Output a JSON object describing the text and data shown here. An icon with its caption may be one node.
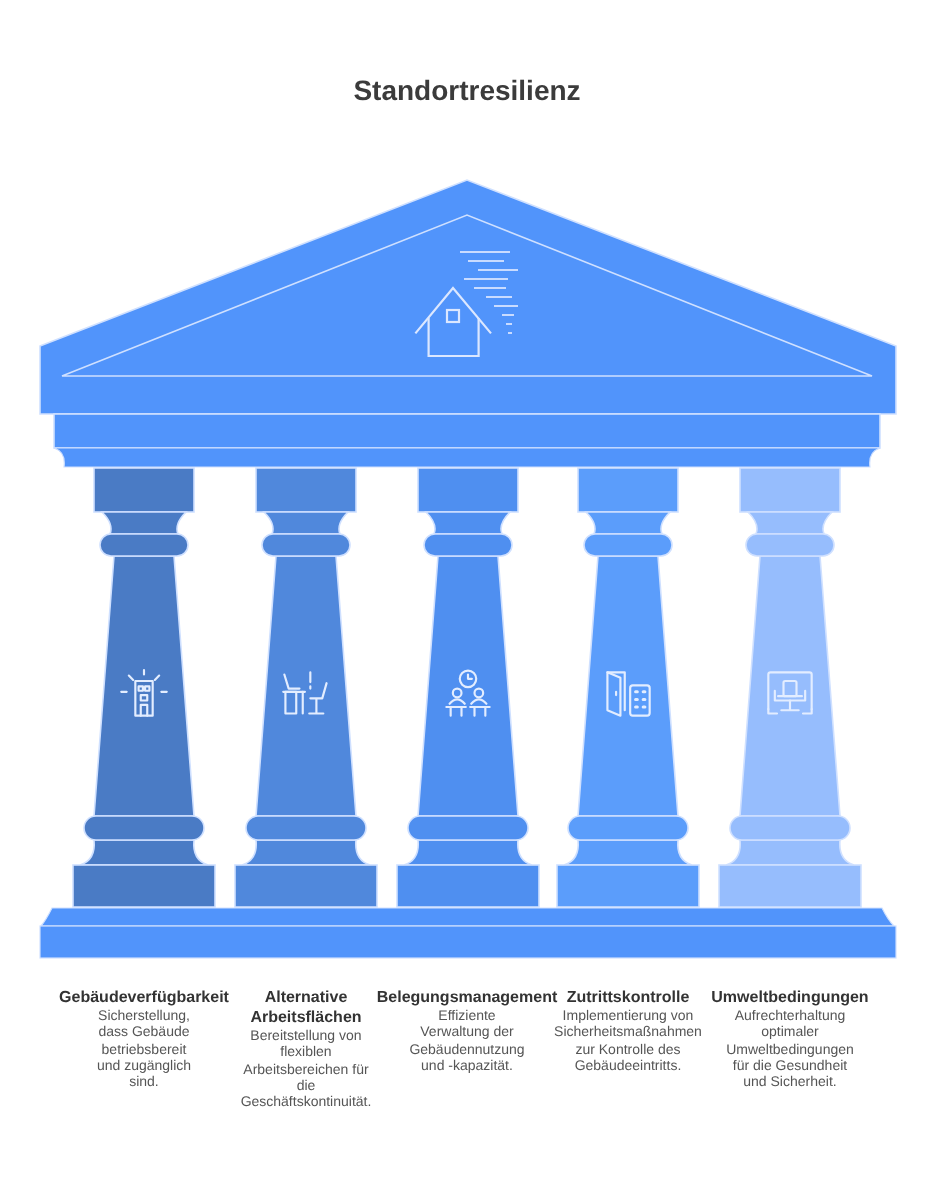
{
  "diagram": {
    "title": "Standortresilienz",
    "nodes": [
      {
        "text": [
          "Gebäudeverfügbarkeit",
          "Sicherstellung, dass Gebäude betriebsbereit und zugänglich sind."
        ]
      },
      {
        "text": [
          "Alternative Arbeitsflächen",
          "Bereitstellung von flexiblen Arbeitsbereichen für die Geschäftskontinuität."
        ]
      },
      {
        "text": [
          "Belegungsmanagement",
          "Effiziente Verwaltung der Gebäudennutzung und -kapazität."
        ]
      },
      {
        "text": [
          "Zutrittskontrolle",
          "Implementierung von Sicherheitsmaßnahmen zur Kontrolle des Gebäudeeintritts."
        ]
      },
      {
        "text": [
          "Umweltbedingungen",
          "Aufrechterhaltung optimaler Umweltbedingungen für die Gesundheit und Sicherheit."
        ]
      }
    ]
  }
}
